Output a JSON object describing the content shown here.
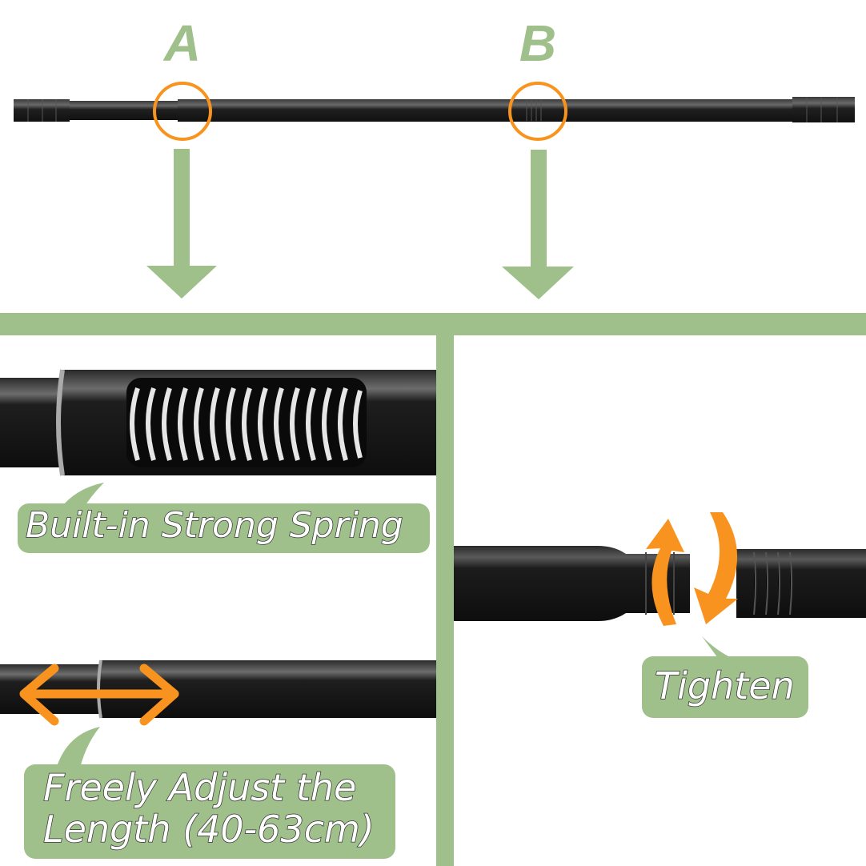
{
  "top": {
    "markers": [
      {
        "letter": "A"
      },
      {
        "letter": "B"
      }
    ]
  },
  "panels": {
    "spring": {
      "label": "Built-in Strong Spring"
    },
    "adjust": {
      "label_line1": "Freely Adjust the",
      "label_line2": "Length (40-63cm)"
    },
    "tighten": {
      "label": "Tighten"
    }
  },
  "colors": {
    "accent_green": "#9fc08a",
    "accent_orange": "#f7931e",
    "rod_black": "#1c1c1c"
  }
}
